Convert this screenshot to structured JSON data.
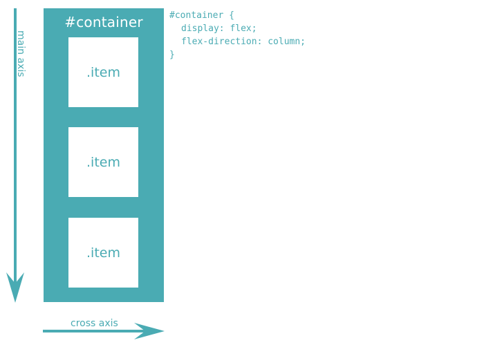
{
  "diagram": {
    "main_axis_label": "main axis",
    "cross_axis_label": "cross axis",
    "container": {
      "title": "#container",
      "items": [
        ".item",
        ".item",
        ".item"
      ]
    },
    "code": {
      "line1": "#container {",
      "line2": "display: flex;",
      "line3": "flex-direction: column;",
      "line4": "}"
    },
    "colors": {
      "accent": "#4aabb3",
      "item_background": "#ffffff"
    }
  }
}
